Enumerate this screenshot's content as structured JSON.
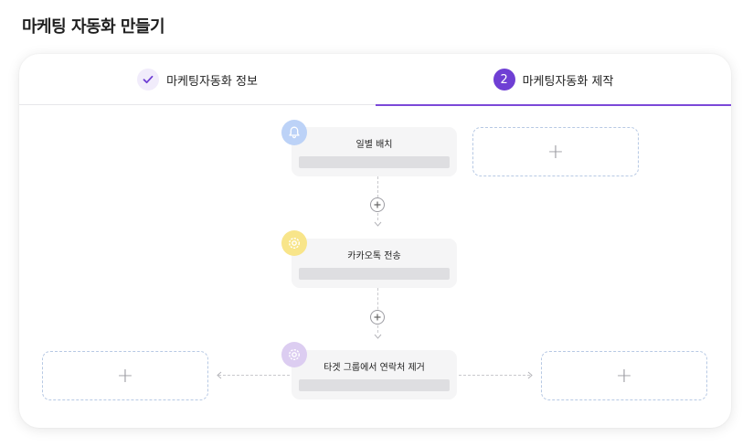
{
  "page": {
    "title": "마케팅 자동화 만들기"
  },
  "stepper": {
    "steps": [
      {
        "label": "마케팅자동화 정보",
        "state": "completed"
      },
      {
        "label": "마케팅자동화 제작",
        "number": "2",
        "state": "active"
      }
    ]
  },
  "flow": {
    "nodes": [
      {
        "title": "일별 배치",
        "icon": "bell-icon"
      },
      {
        "title": "카카오톡 전송",
        "icon": "gear-icon"
      },
      {
        "title": "타겟 그룹에서 연락처 제거",
        "icon": "gear-icon"
      }
    ],
    "add_symbol": "+"
  },
  "colors": {
    "accent": "#6f3fd4",
    "accent_light": "#f1ecfb",
    "dashed_border": "#b7c9e4"
  }
}
